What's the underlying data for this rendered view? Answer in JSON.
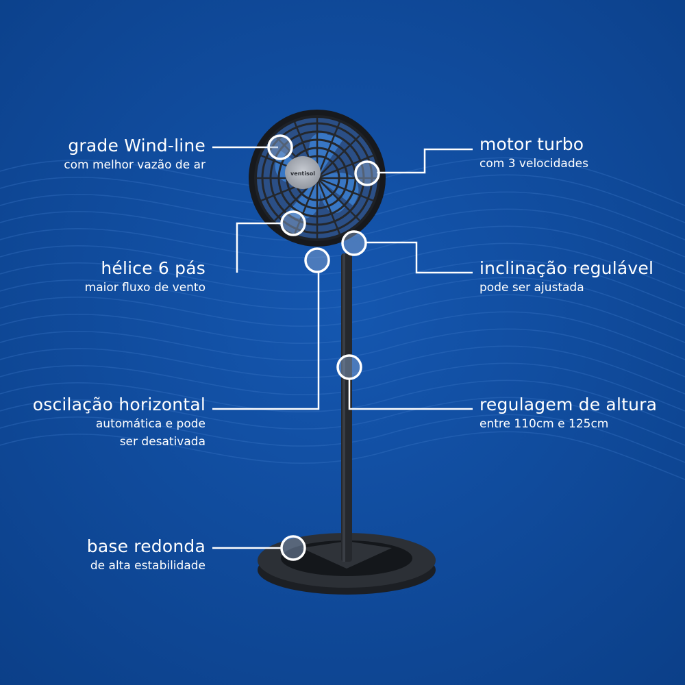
{
  "background_color": "#0d4a9c",
  "accent_color": "#ffffff",
  "brand_text": "ventisol",
  "features": {
    "grade": {
      "title": "grade Wind-line",
      "subtitle": "com melhor vazão de ar"
    },
    "helice": {
      "title": "hélice 6 pás",
      "subtitle": "maior fluxo de vento"
    },
    "oscilacao": {
      "title": "oscilação horizontal",
      "subtitle_line1": "automática e pode",
      "subtitle_line2": "ser desativada"
    },
    "base": {
      "title": "base redonda",
      "subtitle": "de alta estabilidade"
    },
    "motor": {
      "title": "motor turbo",
      "subtitle": "com 3 velocidades"
    },
    "inclinacao": {
      "title": "inclinação regulável",
      "subtitle": "pode ser ajustada"
    },
    "regulagem": {
      "title": "regulagem de altura",
      "subtitle": "entre 110cm e 125cm"
    }
  }
}
